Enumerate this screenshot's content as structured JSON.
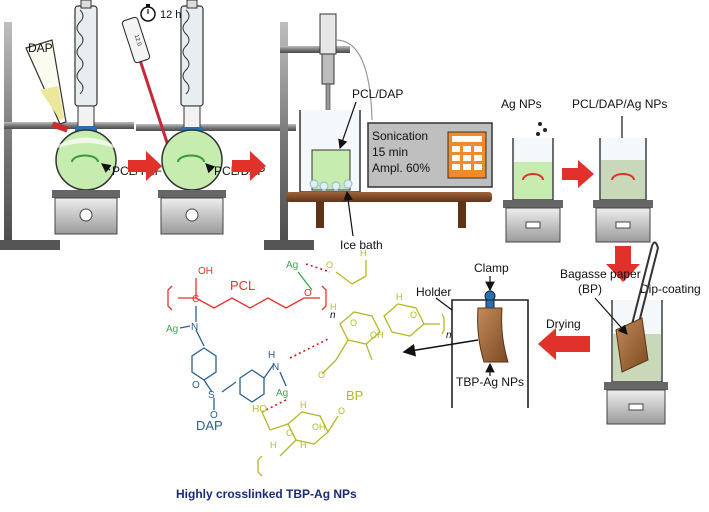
{
  "labels": {
    "dap": "DAP",
    "pcl_thf": "PCL/THF",
    "pcl_dap_1": "PCL/DAP",
    "time": "12 h",
    "pcl_dap_2": "PCL/DAP",
    "sonication_1": "Sonication",
    "sonication_2": "15 min",
    "sonication_3": "Ampl. 60%",
    "ice_bath": "Ice bath",
    "ag_nps": "Ag NPs",
    "pcl_dap_ag": "PCL/DAP/Ag NPs",
    "bagasse_1": "Bagasse paper",
    "bagasse_2": "(BP)",
    "dip_coating": "Dip-coating",
    "drying": "Drying",
    "clamp": "Clamp",
    "holder": "Holder",
    "tbp_ag": "TBP-Ag NPs",
    "thermometer": "12.0"
  },
  "structure": {
    "oh": "OH",
    "c": "C",
    "pcl": "PCL",
    "o1": "O",
    "n_sub1": "n",
    "ag1": "Ag",
    "ag2": "Ag",
    "ag3": "Ag",
    "n1": "N",
    "n2": "N",
    "h1": "H",
    "s": "S",
    "o2": "O",
    "o3": "O",
    "dap": "DAP",
    "bp": "BP",
    "ho": "HO",
    "n_sub2": "n"
  },
  "caption": "Highly crosslinked TBP-Ag NPs",
  "colors": {
    "pcl": "#e8322a",
    "ag": "#3aa84a",
    "dap": "#2c5d8f",
    "bp": "#b5b82a",
    "arrow": "#e0312b",
    "caption": "#1a2a78",
    "liquid": "#c7ecb0"
  }
}
